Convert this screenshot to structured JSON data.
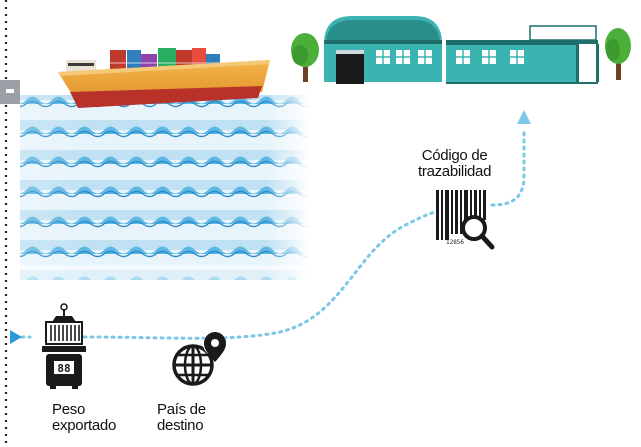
{
  "labels": {
    "peso": [
      "Peso",
      "exportado"
    ],
    "pais": [
      "País de",
      "destino"
    ],
    "codigo": [
      "Código de",
      "trazabilidad"
    ]
  },
  "barcode_digits": "12856",
  "scale_display": "88",
  "colors": {
    "dotted_path": "#7cc6e8",
    "divider": "#222222",
    "sea_blue": "#2b9bd6",
    "ship_hull_top": "#f0a030",
    "ship_hull_bottom": "#c0392b",
    "warehouse_teal": "#3bb3b0",
    "warehouse_dark": "#1f6e6a",
    "tree_green": "#4caf3a",
    "icon_dark": "#1a1a1a"
  },
  "icons": [
    "ship-icon",
    "warehouse-icon",
    "tree-icon",
    "scale-icon",
    "globe-pin-icon",
    "barcode-search-icon",
    "arrow-up-icon"
  ]
}
